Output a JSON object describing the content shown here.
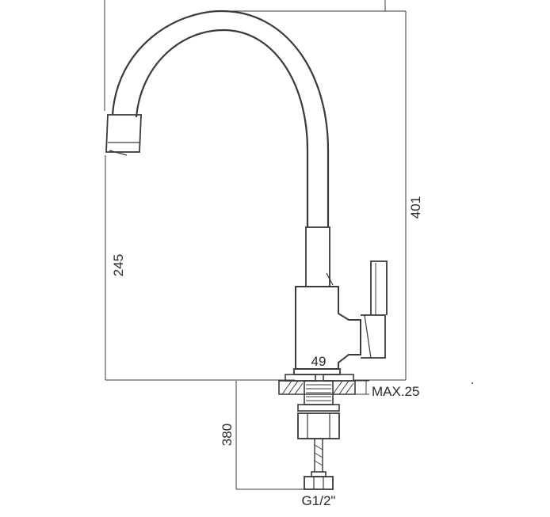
{
  "dimensions": {
    "spout_height": "245",
    "total_height": "401",
    "body_width": "49",
    "max_counter_thickness": "MAX.25",
    "hose_length": "380",
    "thread": "G1/2\""
  },
  "colors": {
    "line": "#3a3a3a",
    "text": "#2a2a2a",
    "background": "#ffffff"
  }
}
